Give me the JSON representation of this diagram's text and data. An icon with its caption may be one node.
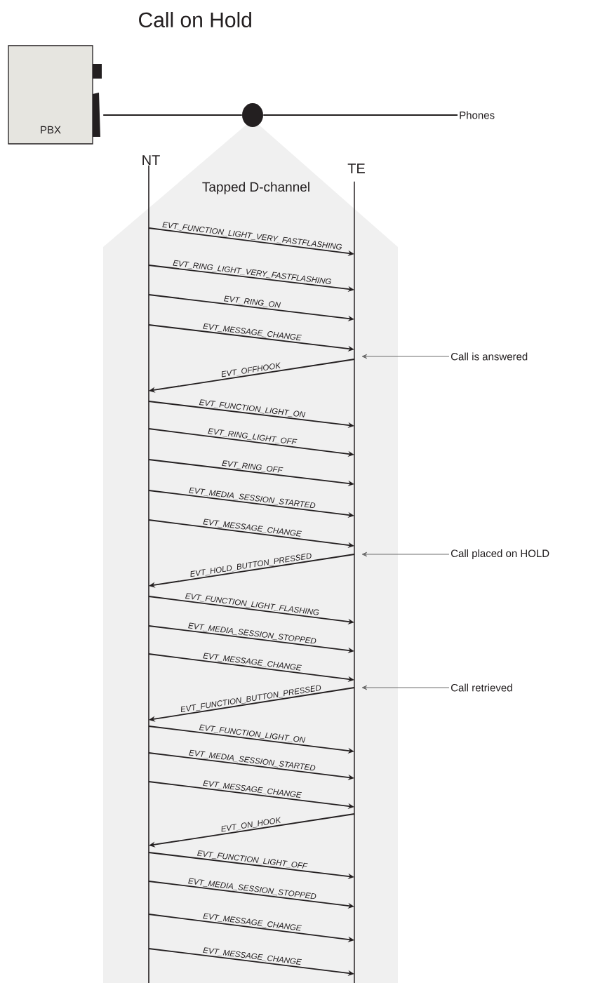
{
  "diagram": {
    "title": "Call on Hold",
    "nodes": [
      {
        "text": [
          "PBX"
        ]
      },
      {
        "text": [],
        "shape": "circle"
      },
      {
        "text": [
          "Phones"
        ]
      },
      {
        "text": [
          "NT"
        ]
      },
      {
        "text": [
          "TE"
        ]
      },
      {
        "text": [
          "Call is answered"
        ]
      },
      {
        "text": [
          "Call placed on HOLD"
        ]
      },
      {
        "text": [
          "Call retrieved"
        ]
      }
    ],
    "edges": [
      {
        "from": 0,
        "to": 1,
        "arrow": "none"
      },
      {
        "from": 1,
        "to": 2,
        "arrow": "none"
      },
      {
        "from": 3,
        "to": 4,
        "arrow": "to",
        "label": "EVT_FUNCTION_LIGHT_VERY_FASTFLASHING"
      },
      {
        "from": 3,
        "to": 4,
        "arrow": "to",
        "label": "EVT_RING_LIGHT_VERY_FASTFLASHING"
      },
      {
        "from": 3,
        "to": 4,
        "arrow": "to",
        "label": "EVT_RING_ON"
      },
      {
        "from": 3,
        "to": 4,
        "arrow": "to",
        "label": "EVT_MESSAGE_CHANGE"
      },
      {
        "from": 4,
        "to": 3,
        "arrow": "to",
        "label": "EVT_OFFHOOK"
      },
      {
        "from": 3,
        "to": 4,
        "arrow": "to",
        "label": "EVT_FUNCTION_LIGHT_ON"
      },
      {
        "from": 3,
        "to": 4,
        "arrow": "to",
        "label": "EVT_RING_LIGHT_OFF"
      },
      {
        "from": 3,
        "to": 4,
        "arrow": "to",
        "label": "EVT_RING_OFF"
      },
      {
        "from": 3,
        "to": 4,
        "arrow": "to",
        "label": "EVT_MEDIA_SESSION_STARTED"
      },
      {
        "from": 3,
        "to": 4,
        "arrow": "to",
        "label": "EVT_MESSAGE_CHANGE"
      },
      {
        "from": 4,
        "to": 3,
        "arrow": "to",
        "label": "EVT_HOLD_BUTTON_PRESSED"
      },
      {
        "from": 3,
        "to": 4,
        "arrow": "to",
        "label": "EVT_FUNCTION_LIGHT_FLASHING"
      },
      {
        "from": 3,
        "to": 4,
        "arrow": "to",
        "label": "EVT_MEDIA_SESSION_STOPPED"
      },
      {
        "from": 3,
        "to": 4,
        "arrow": "to",
        "label": "EVT_MESSAGE_CHANGE"
      },
      {
        "from": 4,
        "to": 3,
        "arrow": "to",
        "label": "EVT_FUNCTION_BUTTON_PRESSED"
      },
      {
        "from": 3,
        "to": 4,
        "arrow": "to",
        "label": "EVT_FUNCTION_LIGHT_ON"
      },
      {
        "from": 3,
        "to": 4,
        "arrow": "to",
        "label": "EVT_MEDIA_SESSION_STARTED"
      },
      {
        "from": 3,
        "to": 4,
        "arrow": "to",
        "label": "EVT_MESSAGE_CHANGE"
      },
      {
        "from": 4,
        "to": 3,
        "arrow": "to",
        "label": "EVT_ON_HOOK"
      },
      {
        "from": 3,
        "to": 4,
        "arrow": "to",
        "label": "EVT_FUNCTION_LIGHT_OFF"
      },
      {
        "from": 3,
        "to": 4,
        "arrow": "to",
        "label": "EVT_MEDIA_SESSION_STOPPED"
      },
      {
        "from": 3,
        "to": 4,
        "arrow": "to",
        "label": "EVT_MESSAGE_CHANGE"
      },
      {
        "from": 3,
        "to": 4,
        "arrow": "to",
        "label": "EVT_MESSAGE_CHANGE"
      },
      {
        "from": 5,
        "to": 4,
        "arrow": "to",
        "color": "#6d6d6d"
      },
      {
        "from": 6,
        "to": 4,
        "arrow": "to",
        "color": "#6d6d6d"
      },
      {
        "from": 7,
        "to": 4,
        "arrow": "to",
        "color": "#6d6d6d"
      }
    ],
    "labels": [
      "Tapped D-channel"
    ]
  }
}
